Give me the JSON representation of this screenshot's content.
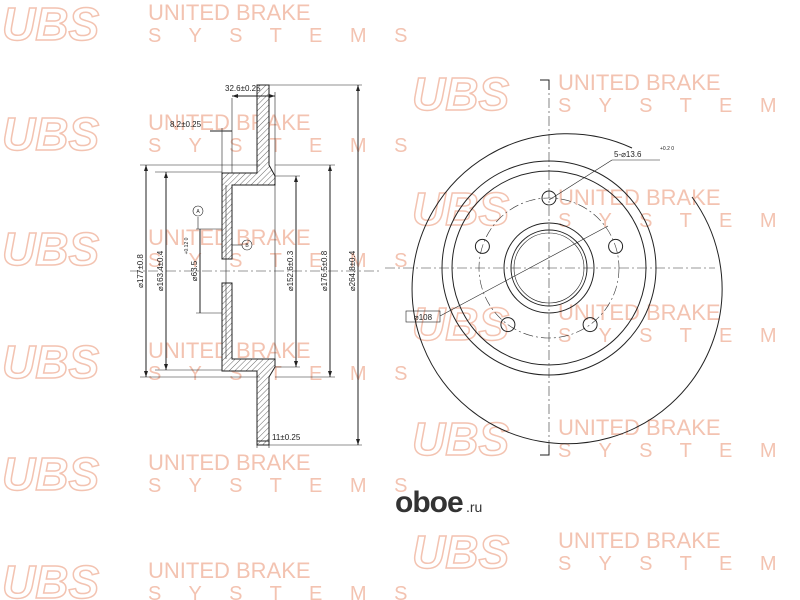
{
  "watermark": {
    "logo": "UBS",
    "line1": "UNITED BRAKE",
    "line2": "SYSTEMS",
    "color": "#f3c3b1"
  },
  "brand_mark": {
    "name": "oboe",
    "suffix": ".ru",
    "color": "#333333"
  },
  "section_view": {
    "dims": {
      "total_width": "32.6±0.25",
      "hat_depth": "8.2±0.25",
      "thickness": "11±0.25",
      "d177": "⌀177±0.8",
      "d163": "⌀163.4±0.4",
      "d63": "⌀63.5",
      "d63_tol": "+0.12 0",
      "d152": "⌀152.6±0.3",
      "d176": "⌀176.5±0.8",
      "d264": "⌀264.8±0.4",
      "datum_a": "A",
      "datum_b": "B"
    }
  },
  "front_view": {
    "dims": {
      "holes": "5-⌀13.6",
      "holes_tol": "+0.2 0",
      "pcd": "⌀108"
    }
  }
}
